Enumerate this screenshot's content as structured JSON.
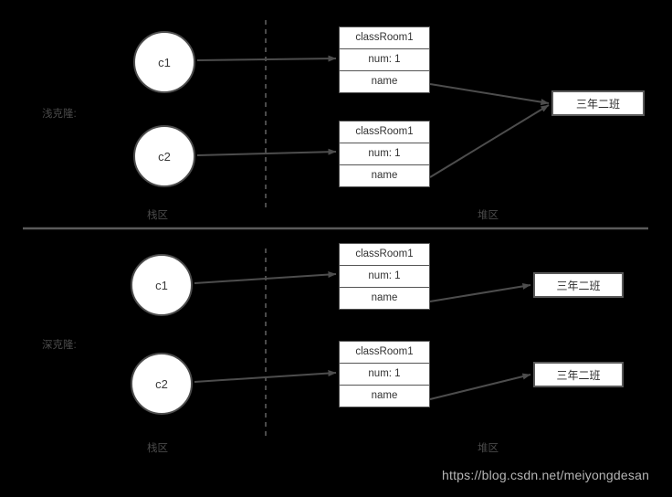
{
  "diagram": {
    "title": "Java clone memory model diagram",
    "background_color": "#000000",
    "line_color": "#4d4d4d",
    "box_fill": "#ffffff",
    "text_color": "#333333"
  },
  "sections": [
    {
      "id": "shallow",
      "label": "浅克隆:",
      "zone_stack_label": "栈区",
      "zone_heap_label": "堆区",
      "variables": [
        {
          "name": "c1"
        },
        {
          "name": "c2"
        }
      ],
      "objects": [
        {
          "rows": [
            "classRoom1",
            "num: 1",
            "name"
          ]
        },
        {
          "rows": [
            "classRoom1",
            "num: 1",
            "name"
          ]
        }
      ],
      "values": [
        {
          "text": "三年二班"
        }
      ]
    },
    {
      "id": "deep",
      "label": "深克隆:",
      "zone_stack_label": "栈区",
      "zone_heap_label": "堆区",
      "variables": [
        {
          "name": "c1"
        },
        {
          "name": "c2"
        }
      ],
      "objects": [
        {
          "rows": [
            "classRoom1",
            "num: 1",
            "name"
          ]
        },
        {
          "rows": [
            "classRoom1",
            "num: 1",
            "name"
          ]
        }
      ],
      "values": [
        {
          "text": "三年二班"
        },
        {
          "text": "三年二班"
        }
      ]
    }
  ],
  "watermark": {
    "text": "https://blog.csdn.net/meiyongdesan"
  }
}
